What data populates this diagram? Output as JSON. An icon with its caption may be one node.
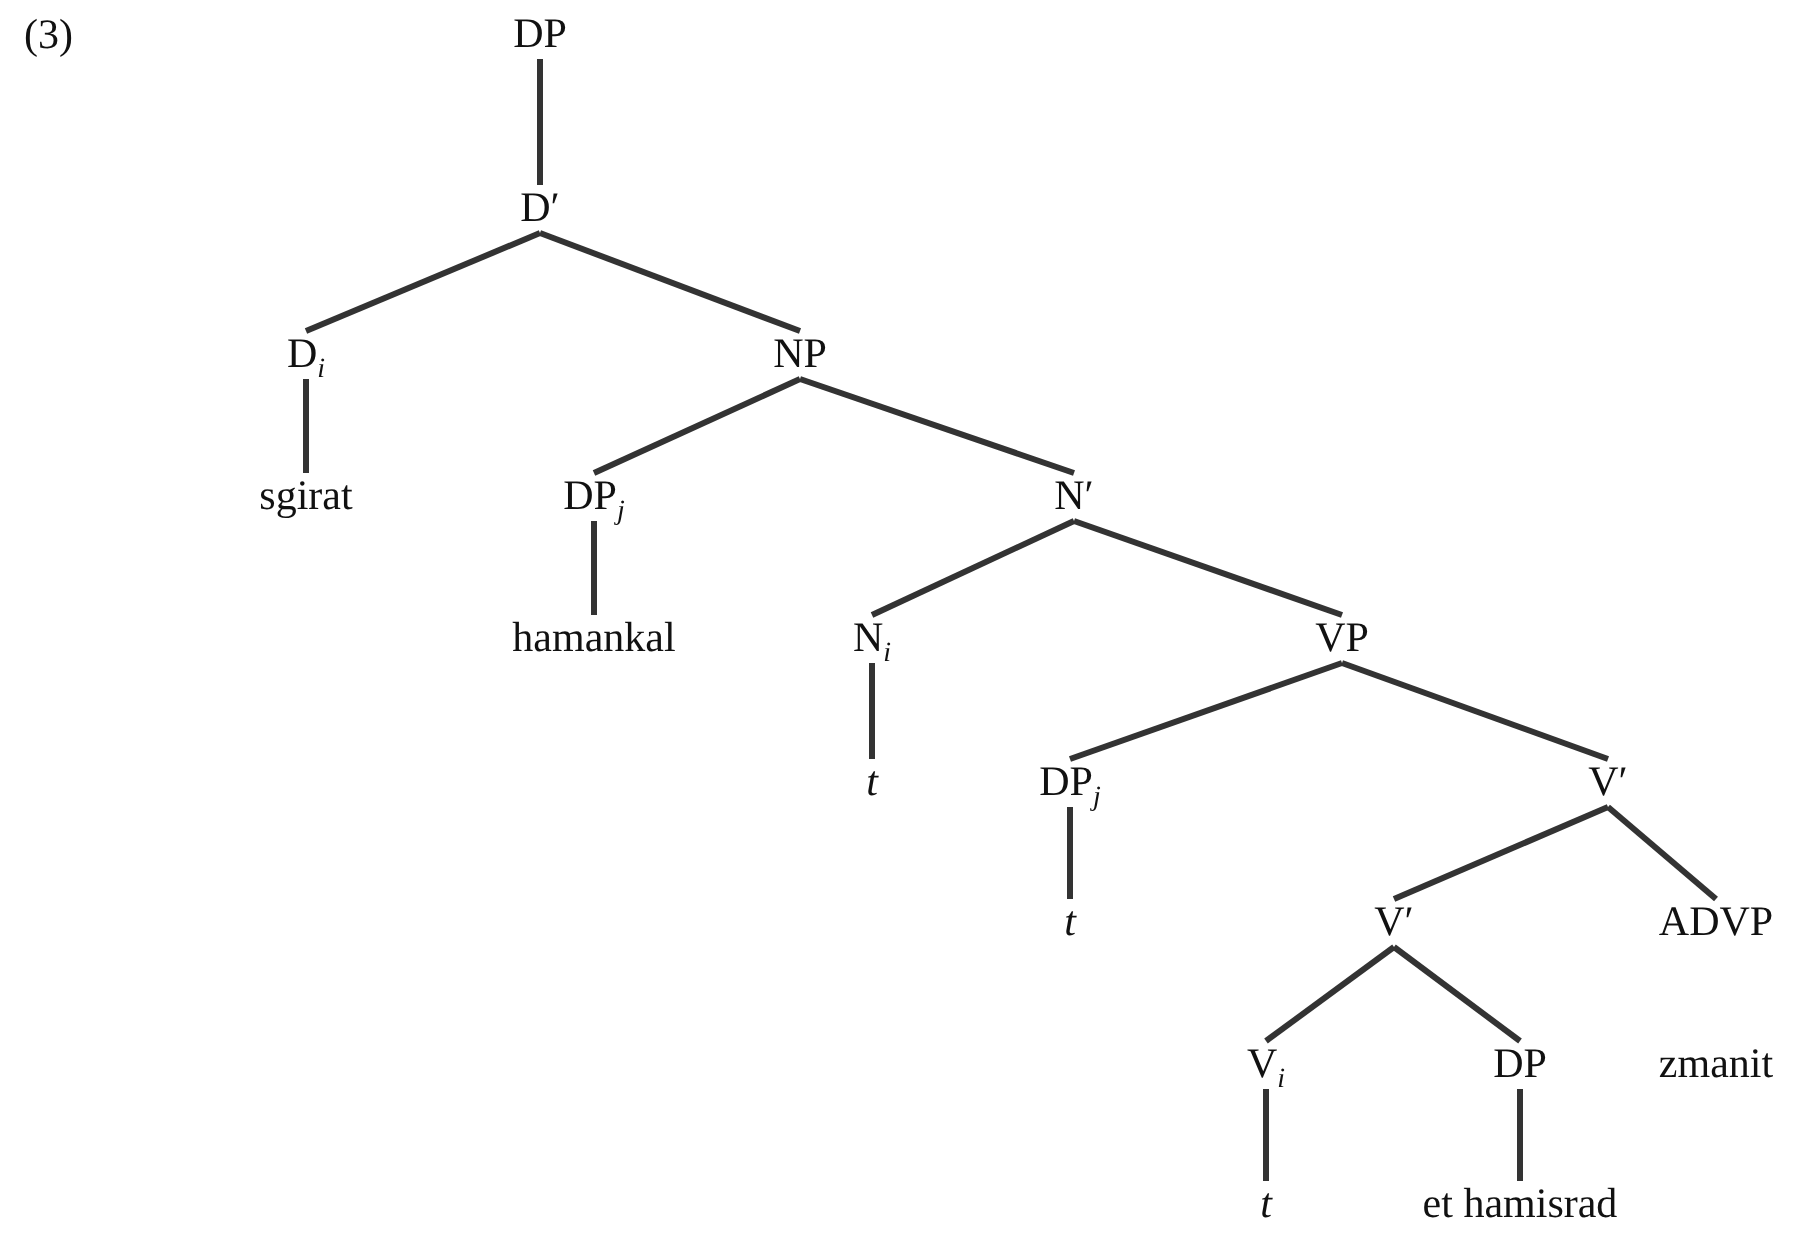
{
  "diagram": {
    "nodes": [
      {
        "text": [
          "DP"
        ]
      },
      {
        "text": [
          "D′"
        ]
      },
      {
        "text": [
          "D$_{i}$"
        ]
      },
      {
        "text": [
          "NP"
        ]
      },
      {
        "text": [
          "sgirat"
        ]
      },
      {
        "text": [
          "DP$_{j}$"
        ]
      },
      {
        "text": [
          "N′"
        ]
      },
      {
        "text": [
          "hamankal"
        ]
      },
      {
        "text": [
          "N$_{i}$"
        ]
      },
      {
        "text": [
          "VP"
        ]
      },
      {
        "text": [
          "t"
        ]
      },
      {
        "text": [
          "DP$_{j}$"
        ]
      },
      {
        "text": [
          "V′"
        ]
      },
      {
        "text": [
          "t"
        ]
      },
      {
        "text": [
          "V′"
        ]
      },
      {
        "text": [
          "ADVP"
        ]
      },
      {
        "text": [
          "V$_{i}$"
        ]
      },
      {
        "text": [
          "DP"
        ]
      },
      {
        "text": [
          "zmanit"
        ]
      },
      {
        "text": [
          "t"
        ]
      },
      {
        "text": [
          "et hamisrad"
        ]
      }
    ],
    "edges": [
      {
        "from": 0,
        "to": 1,
        "arrow": "none"
      },
      {
        "from": 1,
        "to": 2,
        "arrow": "none"
      },
      {
        "from": 1,
        "to": 3,
        "arrow": "none"
      },
      {
        "from": 2,
        "to": 4,
        "arrow": "none"
      },
      {
        "from": 3,
        "to": 5,
        "arrow": "none"
      },
      {
        "from": 3,
        "to": 6,
        "arrow": "none"
      },
      {
        "from": 5,
        "to": 7,
        "arrow": "none"
      },
      {
        "from": 6,
        "to": 8,
        "arrow": "none"
      },
      {
        "from": 6,
        "to": 9,
        "arrow": "none"
      },
      {
        "from": 8,
        "to": 10,
        "arrow": "none"
      },
      {
        "from": 9,
        "to": 11,
        "arrow": "none"
      },
      {
        "from": 9,
        "to": 12,
        "arrow": "none"
      },
      {
        "from": 11,
        "to": 13,
        "arrow": "none"
      },
      {
        "from": 12,
        "to": 14,
        "arrow": "none"
      },
      {
        "from": 12,
        "to": 15,
        "arrow": "none"
      },
      {
        "from": 14,
        "to": 16,
        "arrow": "none"
      },
      {
        "from": 14,
        "to": 17,
        "arrow": "none"
      },
      {
        "from": 16,
        "to": 19,
        "arrow": "none"
      },
      {
        "from": 17,
        "to": 20,
        "arrow": "none"
      }
    ],
    "labels": [
      "(3)"
    ]
  }
}
